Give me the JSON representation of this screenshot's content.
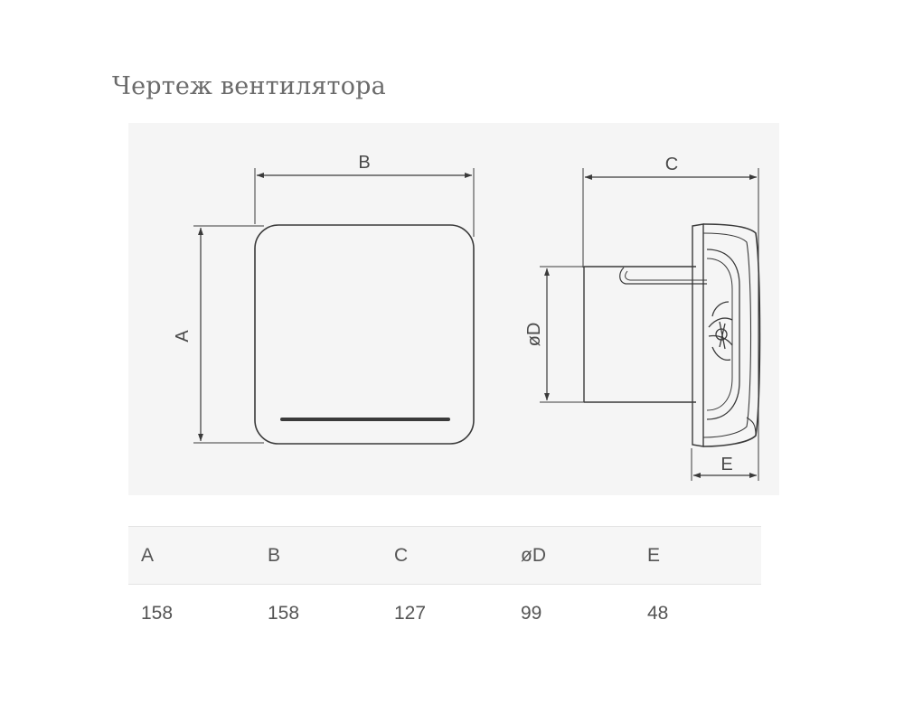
{
  "title": "Чертеж вентилятора",
  "drawing": {
    "labels": {
      "a": "A",
      "b": "B",
      "c": "C",
      "d": "øD",
      "e": "E"
    }
  },
  "dimensions_table": {
    "headers": [
      "A",
      "B",
      "C",
      "øD",
      "E"
    ],
    "values": [
      "158",
      "158",
      "127",
      "99",
      "48"
    ]
  }
}
